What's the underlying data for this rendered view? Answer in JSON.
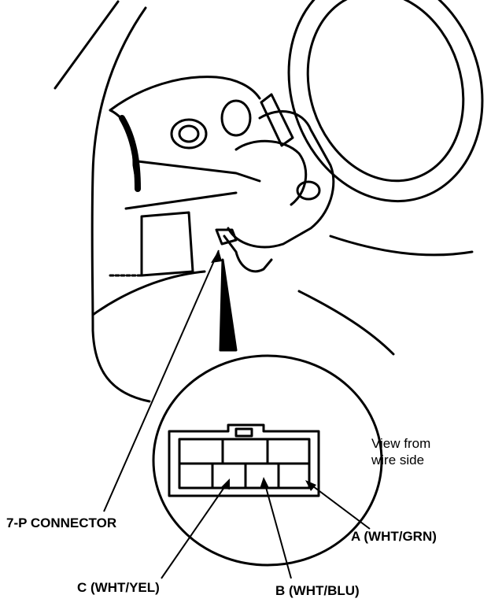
{
  "diagram": {
    "connector_label": "7-P CONNECTOR",
    "view_note_line1": "View from",
    "view_note_line2": "wire side",
    "terminals": [
      {
        "id": "A",
        "label": "A (WHT/GRN)"
      },
      {
        "id": "B",
        "label": "B (WHT/BLU)"
      },
      {
        "id": "C",
        "label": "C (WHT/YEL)"
      }
    ]
  }
}
